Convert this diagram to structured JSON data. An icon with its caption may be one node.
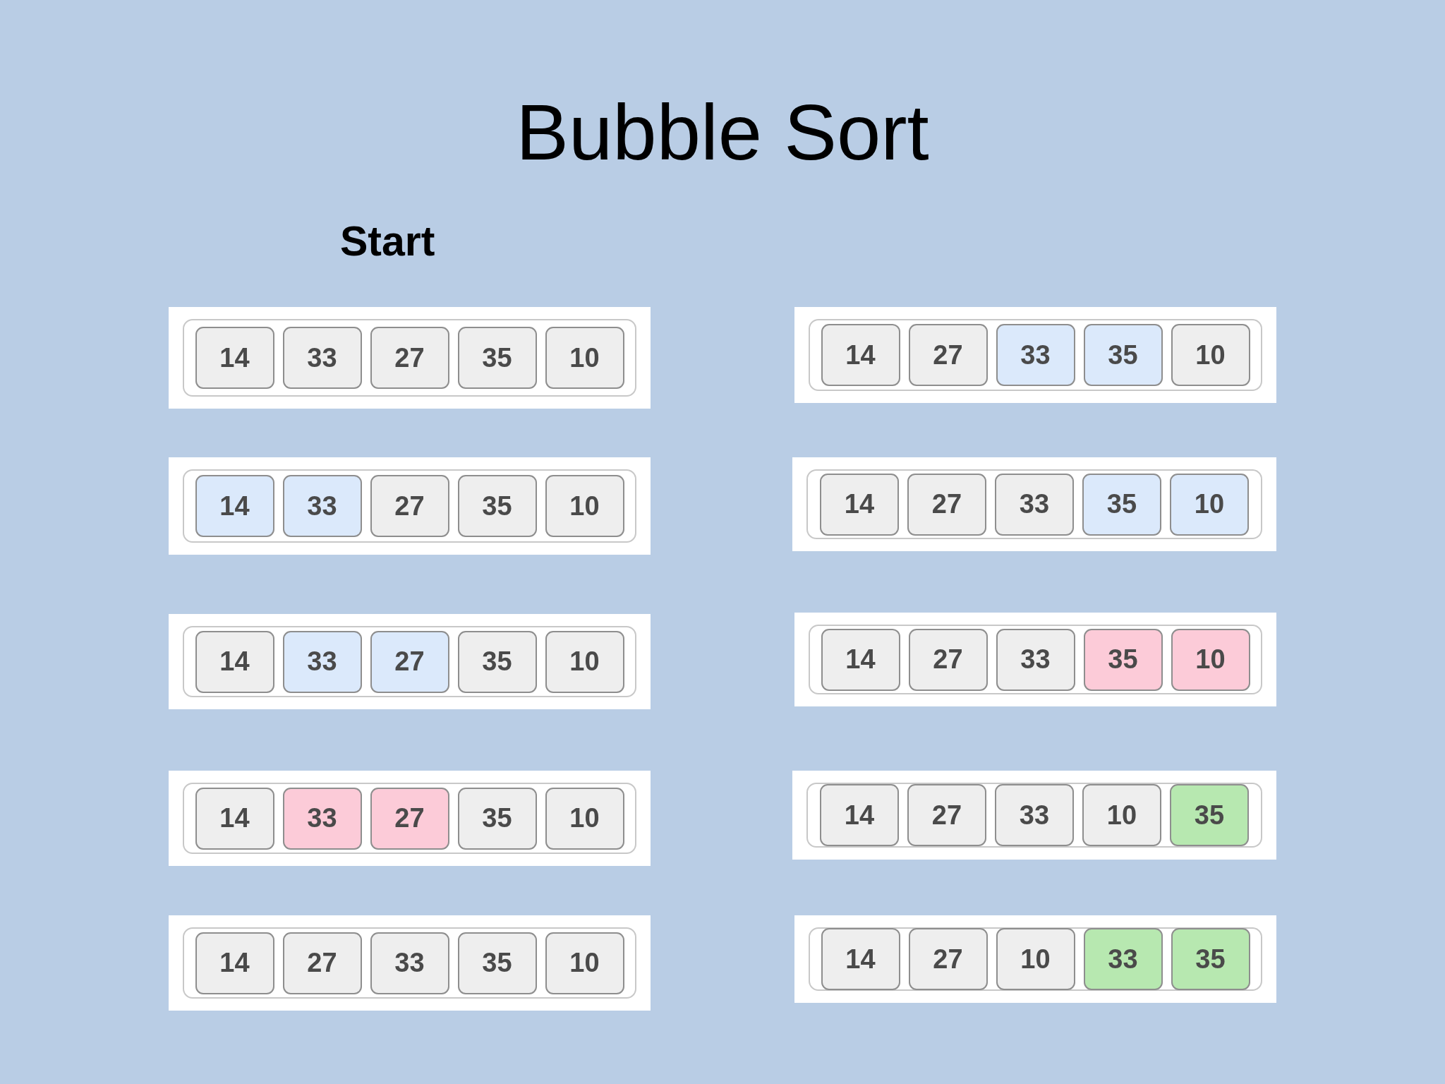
{
  "diagram": {
    "title": "Bubble Sort",
    "nodes": [
      {
        "text": [],
        "shape": "box"
      },
      {
        "text": [
          "14"
        ],
        "in": 0
      },
      {
        "text": [
          "33"
        ],
        "in": 0
      },
      {
        "text": [
          "27"
        ],
        "in": 0
      },
      {
        "text": [
          "35"
        ],
        "in": 0
      },
      {
        "text": [
          "10"
        ],
        "in": 0
      },
      {
        "text": [],
        "shape": "box"
      },
      {
        "text": [
          "14"
        ],
        "in": 6
      },
      {
        "text": [
          "33"
        ],
        "in": 6
      },
      {
        "text": [
          "27"
        ],
        "in": 6
      },
      {
        "text": [
          "35"
        ],
        "in": 6
      },
      {
        "text": [
          "10"
        ],
        "in": 6
      },
      {
        "text": [],
        "shape": "box"
      },
      {
        "text": [
          "14"
        ],
        "in": 12
      },
      {
        "text": [
          "33"
        ],
        "in": 12
      },
      {
        "text": [
          "27"
        ],
        "in": 12
      },
      {
        "text": [
          "35"
        ],
        "in": 12
      },
      {
        "text": [
          "10"
        ],
        "in": 12
      },
      {
        "text": [],
        "shape": "box"
      },
      {
        "text": [
          "14"
        ],
        "in": 18
      },
      {
        "text": [
          "33"
        ],
        "in": 18
      },
      {
        "text": [
          "27"
        ],
        "in": 18
      },
      {
        "text": [
          "35"
        ],
        "in": 18
      },
      {
        "text": [
          "10"
        ],
        "in": 18
      },
      {
        "text": [],
        "shape": "box"
      },
      {
        "text": [
          "14"
        ],
        "in": 24
      },
      {
        "text": [
          "27"
        ],
        "in": 24
      },
      {
        "text": [
          "33"
        ],
        "in": 24
      },
      {
        "text": [
          "35"
        ],
        "in": 24
      },
      {
        "text": [
          "10"
        ],
        "in": 24
      },
      {
        "text": [],
        "shape": "box"
      },
      {
        "text": [
          "14"
        ],
        "in": 30
      },
      {
        "text": [
          "27"
        ],
        "in": 30
      },
      {
        "text": [
          "33"
        ],
        "in": 30
      },
      {
        "text": [
          "35"
        ],
        "in": 30
      },
      {
        "text": [
          "10"
        ],
        "in": 30
      },
      {
        "text": [],
        "shape": "box"
      },
      {
        "text": [
          "14"
        ],
        "in": 36
      },
      {
        "text": [
          "27"
        ],
        "in": 36
      },
      {
        "text": [
          "33"
        ],
        "in": 36
      },
      {
        "text": [
          "35"
        ],
        "in": 36
      },
      {
        "text": [
          "10"
        ],
        "in": 36
      },
      {
        "text": [],
        "shape": "box"
      },
      {
        "text": [
          "14"
        ],
        "in": 42
      },
      {
        "text": [
          "27"
        ],
        "in": 42
      },
      {
        "text": [
          "33"
        ],
        "in": 42
      },
      {
        "text": [
          "35"
        ],
        "in": 42
      },
      {
        "text": [
          "10"
        ],
        "in": 42
      },
      {
        "text": [],
        "shape": "box"
      },
      {
        "text": [
          "14"
        ],
        "in": 48
      },
      {
        "text": [
          "27"
        ],
        "in": 48
      },
      {
        "text": [
          "33"
        ],
        "in": 48
      },
      {
        "text": [
          "10"
        ],
        "in": 48
      },
      {
        "text": [
          "35"
        ],
        "in": 48
      },
      {
        "text": [],
        "shape": "box"
      },
      {
        "text": [
          "14"
        ],
        "in": 54
      },
      {
        "text": [
          "27"
        ],
        "in": 54
      },
      {
        "text": [
          "10"
        ],
        "in": 54
      },
      {
        "text": [
          "33"
        ],
        "in": 54
      },
      {
        "text": [
          "35"
        ],
        "in": 54
      }
    ],
    "labels": [
      "Start"
    ]
  }
}
